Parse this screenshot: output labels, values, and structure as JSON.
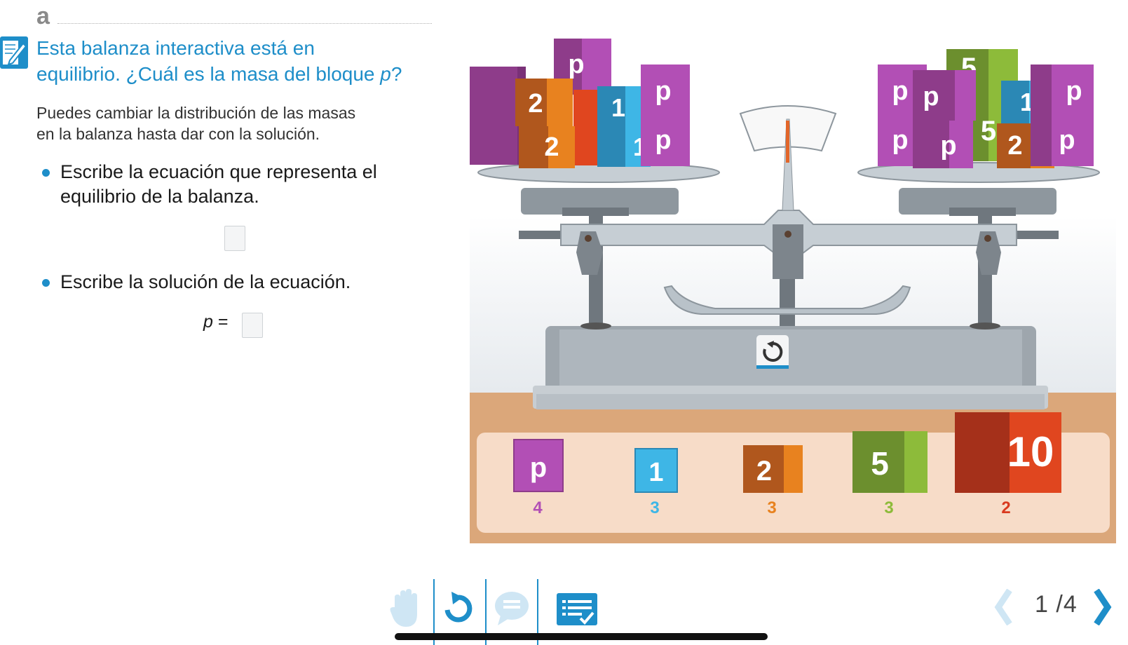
{
  "section": {
    "letter": "a"
  },
  "prompt": {
    "line1": "Esta balanza interactiva está en",
    "line2_pre": "equilibrio. ¿Cuál es la masa del bloque ",
    "line2_var": "p",
    "line2_post": "?"
  },
  "hint": {
    "line1": "Puedes cambiar la distribución de las masas",
    "line2": "en la balanza hasta dar con la solución."
  },
  "bullets": [
    {
      "line1": "Escribe la ecuación que representa el",
      "line2": "equilibrio de la balanza."
    },
    {
      "line1": "Escribe la solución de la ecuación."
    }
  ],
  "solution": {
    "var": "p",
    "eq": "="
  },
  "scale": {
    "left_pan": [
      "p",
      "2",
      "2",
      "1",
      "1",
      "p",
      "p"
    ],
    "right_pan": [
      "p",
      "p",
      "p",
      "p",
      "5",
      "1",
      "2",
      "p",
      "p"
    ],
    "reset_icon": "reset-icon"
  },
  "tray": [
    {
      "label": "p",
      "count": "4",
      "color": "#b24fb5"
    },
    {
      "label": "1",
      "count": "3",
      "color": "#3eb6e6"
    },
    {
      "label": "2",
      "count": "3",
      "color": "#e8821f"
    },
    {
      "label": "5",
      "count": "3",
      "color": "#8dbb3a"
    },
    {
      "label": "10",
      "count": "2",
      "color": "#d93a1f"
    }
  ],
  "toolbar": {
    "icons": [
      "hand-icon",
      "undo-icon",
      "comment-icon",
      "checklist-icon"
    ]
  },
  "pager": {
    "current": "1",
    "sep": "/",
    "total": "4"
  }
}
